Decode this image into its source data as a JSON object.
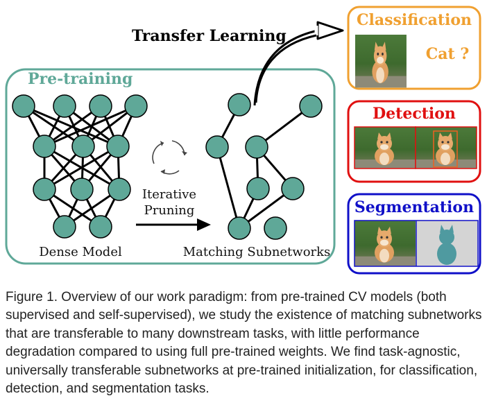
{
  "figure": {
    "transfer_label": "Transfer Learning",
    "pretraining_label": "Pre-training",
    "dense_label": "Dense Model",
    "iterative_label": "Iterative",
    "pruning_label": "Pruning",
    "matching_label": "Matching Subnetworks",
    "classification_title": "Classification",
    "classification_query": "Cat ?",
    "detection_title": "Detection",
    "segmentation_title": "Segmentation",
    "colors": {
      "pretraining": "#5fa898",
      "node": "#5fa898",
      "classification": "#f0a030",
      "detection": "#e01010",
      "segmentation": "#1010c8"
    }
  },
  "caption": "Figure 1. Overview of our work paradigm: from pre-trained CV models (both supervised and self-supervised), we study the existence of matching subnetworks that are transferable to many downstream tasks, with little performance degradation compared to using full pre-trained weights. We find task-agnostic, universally transferable subnetworks at pre-trained initialization, for classification, detection, and segmentation tasks."
}
